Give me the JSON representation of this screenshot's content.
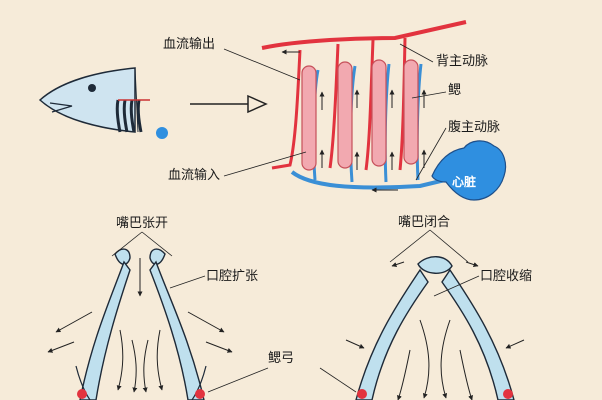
{
  "labels": {
    "outflow": "血流输出",
    "dorsal_aorta": "背主动脉",
    "gill": "鳃",
    "ventral_aorta": "腹主动脉",
    "inflow": "血流输入",
    "heart": "心脏",
    "mouth_open": "嘴巴张开",
    "mouth_closed": "嘴巴闭合",
    "cavity_expand": "口腔扩张",
    "cavity_contract": "口腔收缩",
    "gill_arch": "鳃弓"
  },
  "colors": {
    "background": "#f6ebd9",
    "artery_red": "#e2333f",
    "vein_blue": "#3a8fd6",
    "heart_blue": "#2f8fe0",
    "gill_pink": "#f2a9b0",
    "skull_fill": "#bfe0ee",
    "outline": "#1e2a38"
  }
}
